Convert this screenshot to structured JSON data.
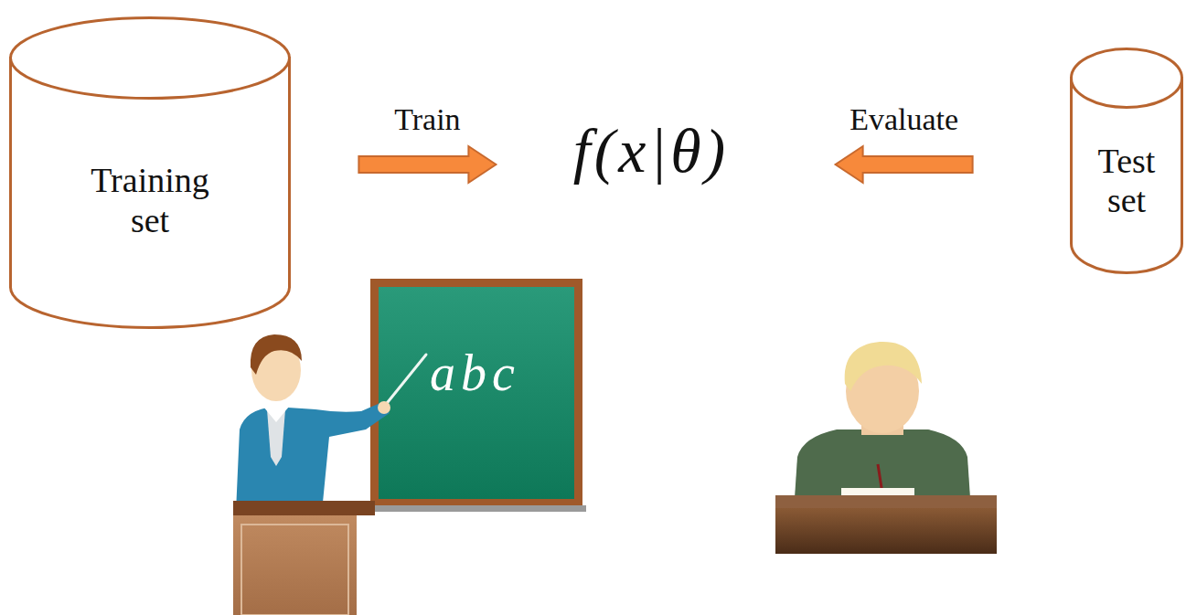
{
  "diagram": {
    "nodes": [
      {
        "text": [
          "Training set"
        ]
      },
      {
        "text": [
          "f(x|θ)"
        ]
      },
      {
        "text": [
          "Test set"
        ]
      }
    ],
    "edges": [
      {
        "from": 0,
        "to": 1,
        "label": "Train",
        "arrow": "to"
      },
      {
        "from": 2,
        "to": 1,
        "label": "Evaluate",
        "arrow": "to"
      }
    ],
    "labels": [
      "abc"
    ]
  }
}
